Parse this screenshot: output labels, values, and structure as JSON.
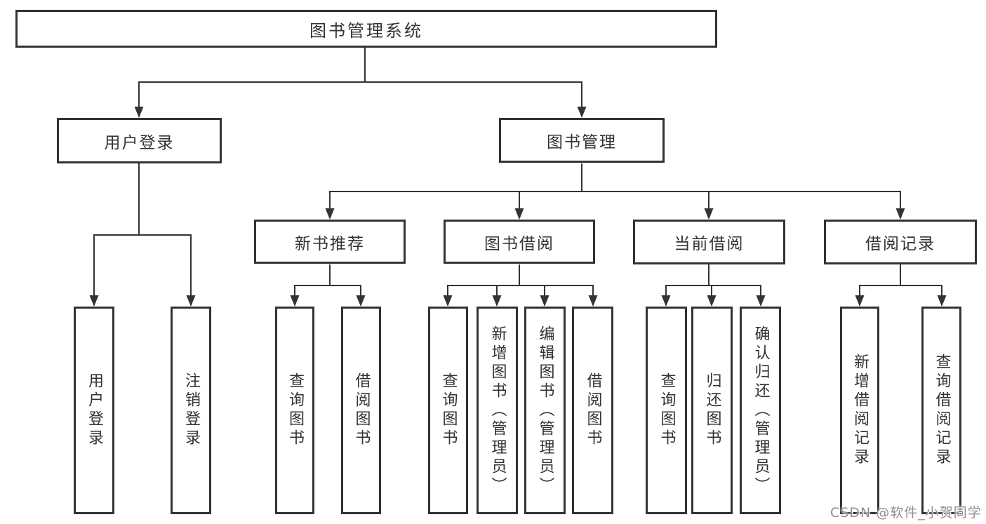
{
  "tree": {
    "label": "图书管理系统",
    "children": [
      {
        "label": "用户登录",
        "children": [
          {
            "label": "用户登录"
          },
          {
            "label": "注销登录"
          }
        ]
      },
      {
        "label": "图书管理",
        "children": [
          {
            "label": "新书推荐",
            "children": [
              {
                "label": "查询图书"
              },
              {
                "label": "借阅图书"
              }
            ]
          },
          {
            "label": "图书借阅",
            "children": [
              {
                "label": "查询图书"
              },
              {
                "label": "新增图书（管理员）"
              },
              {
                "label": "编辑图书（管理员）"
              },
              {
                "label": "借阅图书"
              }
            ]
          },
          {
            "label": "当前借阅",
            "children": [
              {
                "label": "查询图书"
              },
              {
                "label": "归还图书"
              },
              {
                "label": "确认归还（管理员）"
              }
            ]
          },
          {
            "label": "借阅记录",
            "children": [
              {
                "label": "新增借阅记录"
              },
              {
                "label": "查询借阅记录"
              }
            ]
          }
        ]
      }
    ]
  },
  "watermark": {
    "text": "CSDN @软件_小贺同学"
  },
  "colors": {
    "line": "#333333",
    "text": "#333333",
    "box_background": "#ffffff",
    "page_background": "#ffffff",
    "watermark": "#8f8f8f"
  }
}
